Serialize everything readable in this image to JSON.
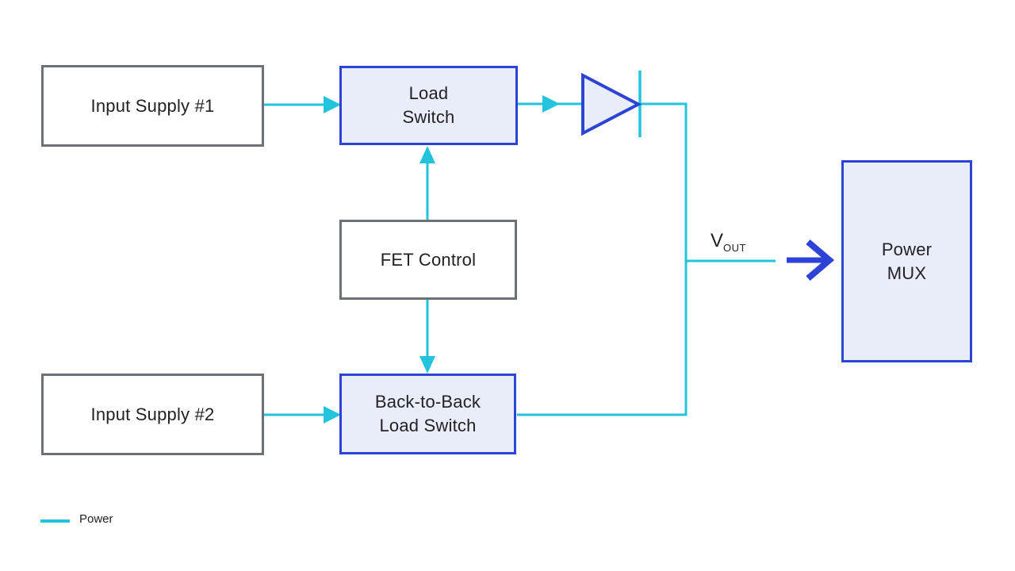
{
  "diagram": {
    "nodes": {
      "input_supply_1": {
        "label": "Input Supply #1"
      },
      "load_switch": {
        "label": "Load\nSwitch"
      },
      "fet_control": {
        "label": "FET Control"
      },
      "input_supply_2": {
        "label": "Input Supply #2"
      },
      "back_to_back_load_switch": {
        "label": "Back-to-Back\nLoad Switch"
      },
      "power_mux": {
        "label": "Power\nMUX"
      }
    },
    "labels": {
      "vout_main": "V",
      "vout_sub": "OUT"
    },
    "legend": {
      "power": "Power"
    },
    "colors": {
      "power_line_cyan": "#22c3dc",
      "accent_blue": "#2c43d6",
      "node_fill_lavender": "#e9edfa",
      "neutral_border_gray": "#6d7175",
      "text": "#212225",
      "background": "#ffffff"
    }
  }
}
